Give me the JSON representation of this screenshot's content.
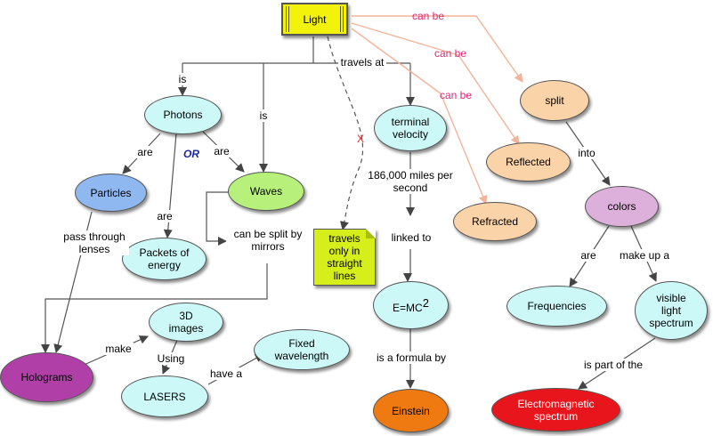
{
  "concepts": {
    "light": "Light",
    "photons": "Photons",
    "waves": "Waves",
    "particles": "Particles",
    "packets": "Packets of energy",
    "terminal": "terminal velocity",
    "split": "split",
    "reflected": "Reflected",
    "refracted": "Refracted",
    "colors": "colors",
    "frequencies": "Frequencies",
    "visible": "visible light spectrum",
    "em": "Electromagnetic spectrum",
    "holograms": "Holograms",
    "images3d": "3D images",
    "lasers": "LASERS",
    "fixed": "Fixed wavelength",
    "emc_base": "E=MC",
    "emc_exp": "2",
    "einstein": "Einstein",
    "note": "travels only in straight lines"
  },
  "links": {
    "is1": "is",
    "is2": "is",
    "travels_at": "travels at",
    "can_be1": "can be",
    "can_be2": "can be",
    "can_be3": "can be",
    "are1": "are",
    "or": "OR",
    "are2": "are",
    "are3": "are",
    "x_mark": "X",
    "miles": "186,000 miles per second",
    "linked_to": "linked to",
    "formula_by": "is a formula by",
    "into": "into",
    "are4": "are",
    "make_up": "make up a",
    "part_of": "is part of the",
    "pass_through": "pass through lenses",
    "split_mirrors": "can be split by mirrors",
    "make": "make",
    "using": "Using",
    "have_a": "have a"
  },
  "colors": {
    "light_fill": "#f2f20a",
    "cyan": "#cdf8f8",
    "waves": "#b8f07c",
    "particles": "#8fb8f0",
    "peach": "#fbd3a8",
    "colors_fill": "#dcb0da",
    "em": "#e8161c",
    "holograms": "#b040a8",
    "einstein": "#f07a12",
    "note": "#d6ee1a"
  }
}
